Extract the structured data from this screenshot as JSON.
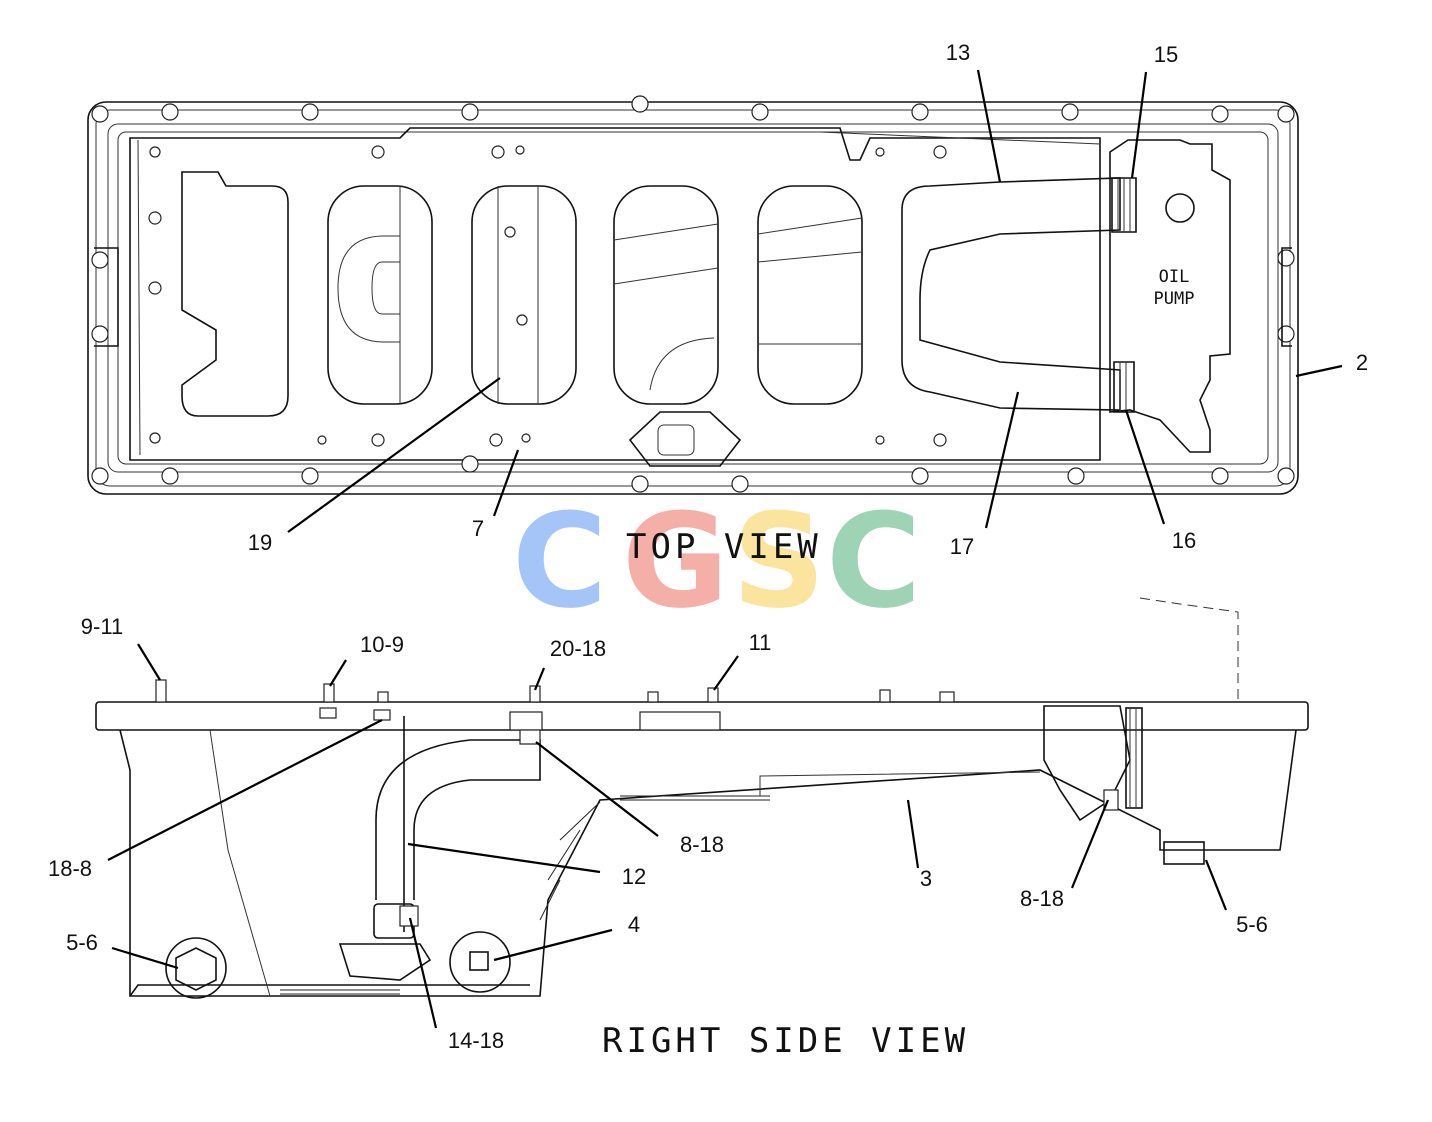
{
  "views": {
    "top_title": "TOP VIEW",
    "side_title": "RIGHT SIDE VIEW"
  },
  "component_label": {
    "line1": "OIL",
    "line2": "PUMP"
  },
  "watermark": {
    "letters": [
      "C",
      "G",
      "S",
      "C"
    ],
    "colors": [
      "#6fa2f5",
      "#ef7f76",
      "#f8d564",
      "#63b98a"
    ]
  },
  "callouts_top": {
    "c13": "13",
    "c15": "15",
    "c2": "2",
    "c19": "19",
    "c7": "7",
    "c17": "17",
    "c16": "16"
  },
  "callouts_side": {
    "c9_11": "9-11",
    "c10_9": "10-9",
    "c20_18": "20-18",
    "c11": "11",
    "c18_8": "18-8",
    "c8_18a": "8-18",
    "c12": "12",
    "c3": "3",
    "c8_18b": "8-18",
    "c5_6a": "5-6",
    "c5_6b": "5-6",
    "c4": "4",
    "c14_18": "14-18"
  }
}
